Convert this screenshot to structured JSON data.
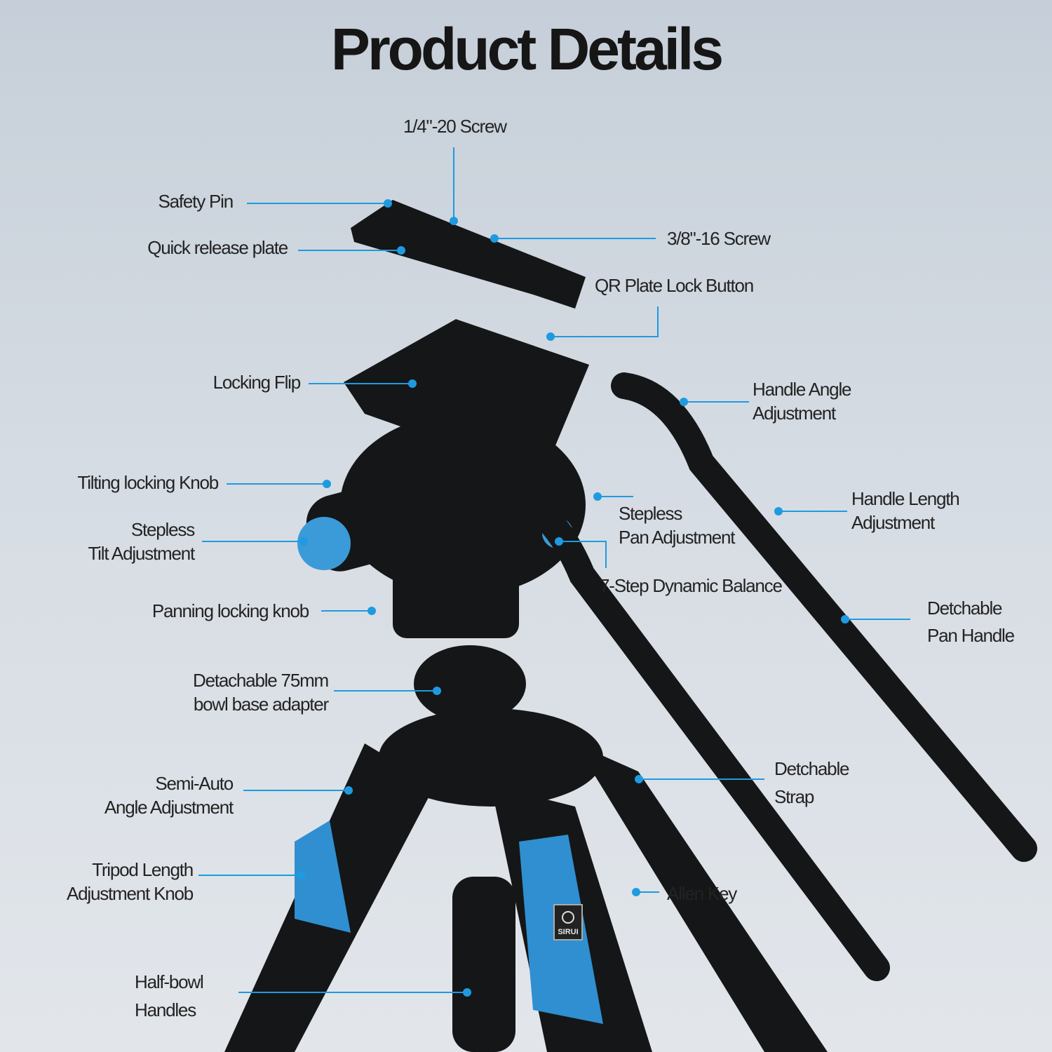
{
  "title": "Product Details",
  "accent_color": "#1e9be0",
  "brand_mark": "SIRUI",
  "labels": {
    "screw_quarter": [
      "1/4\"-20 Screw"
    ],
    "safety_pin": [
      "Safety Pin"
    ],
    "qr_plate": [
      "Quick release plate"
    ],
    "screw_three_eighths": [
      "3/8\"-16 Screw"
    ],
    "qr_lock_button": [
      "QR Plate Lock Button"
    ],
    "locking_flip": [
      "Locking Flip"
    ],
    "handle_angle": [
      "Handle Angle",
      "Adjustment"
    ],
    "tilt_lock_knob": [
      "Tilting locking Knob"
    ],
    "stepless_tilt": [
      "Stepless",
      "Tilt Adjustment"
    ],
    "stepless_pan": [
      "Stepless",
      "Pan Adjustment"
    ],
    "handle_length": [
      "Handle Length",
      "Adjustment"
    ],
    "dynamic_balance": [
      "7-Step Dynamic Balance"
    ],
    "pan_handle": [
      "Detchable",
      "Pan Handle"
    ],
    "pan_lock_knob": [
      "Panning locking knob"
    ],
    "bowl_adapter": [
      "Detachable 75mm",
      "bowl base adapter"
    ],
    "strap": [
      "Detchable",
      "Strap"
    ],
    "semi_auto": [
      "Semi-Auto",
      "Angle Adjustment"
    ],
    "tripod_length": [
      "Tripod Length",
      "Adjustment Knob"
    ],
    "allen_key": [
      "Allen Key"
    ],
    "half_bowl": [
      "Half-bowl",
      "Handles"
    ]
  }
}
